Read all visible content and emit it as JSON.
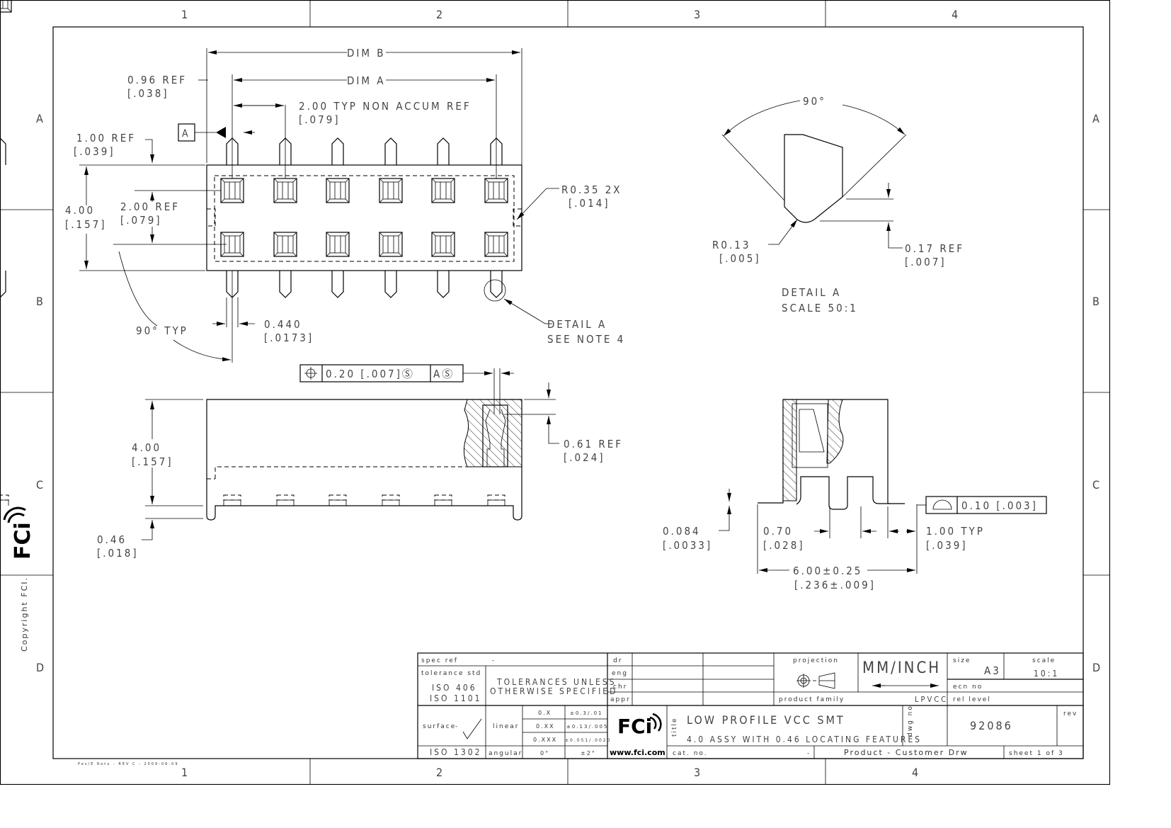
{
  "sheet": {
    "columns": [
      "1",
      "2",
      "3",
      "4"
    ],
    "rows": [
      "A",
      "B",
      "C",
      "D"
    ],
    "copyright": "Copyright FCI.",
    "footer_note": "Pes/E Rotu - REV C - 2009-06-09"
  },
  "top_view": {
    "dim_b": "DIM B",
    "dim_a": "DIM A",
    "ref_096": "0.96  REF",
    "ref_096_in": "[.038]",
    "pitch": "2.00  TYP NON ACCUM REF",
    "pitch_in": "[.079]",
    "datum": "A",
    "ref_100": "1.00  REF",
    "ref_100_in": "[.039]",
    "height_400": "4.00",
    "height_400_in": "[.157]",
    "ref_200": "2.00  REF",
    "ref_200_in": "[.079]",
    "radius": "R0.35   2X",
    "radius_in": "[.014]",
    "angle": "90° TYP",
    "pin_width": "0.440",
    "pin_width_in": "[.0173]",
    "detail_callout": "DETAIL  A",
    "detail_note": "SEE NOTE 4"
  },
  "front_view": {
    "tolerance_frame": {
      "symbol": "position-icon",
      "value": "0.20 [.007]Ⓢ",
      "datum": "AⓈ"
    },
    "height": "4.00",
    "height_in": "[.157]",
    "standoff": "0.46",
    "standoff_in": "[.018]",
    "ref_061": "0.61  REF",
    "ref_061_in": "[.024]"
  },
  "detail_a": {
    "angle": "90°",
    "radius": "R0.13",
    "radius_in": "[.005]",
    "ref": "0.17  REF",
    "ref_in": "[.007]",
    "title": "DETAIL  A",
    "scale": "SCALE  50:1"
  },
  "side_view": {
    "thickness": "0.084",
    "thickness_in": "[.0033]",
    "width": "0.70",
    "width_in": "[.028]",
    "pitch": "1.00  TYP",
    "pitch_in": "[.039]",
    "span": "6.00±0.25",
    "span_in": "[.236±.009]",
    "flatness_frame": {
      "symbol": "profile-icon",
      "value": "0.10 [.003]"
    }
  },
  "title_block": {
    "spec_ref_label": "spec ref",
    "spec_ref_value": "-",
    "tolerance_std_label": "tolerance std",
    "iso_406": "ISO 406",
    "iso_1101": "ISO 1101",
    "tolerances_line1": "TOLERANCES UNLESS",
    "tolerances_line2": "OTHERWISE SPECIFIED",
    "surface_label": "surface",
    "surface_value": "-",
    "iso_1302": "ISO 1302",
    "linear_label": "linear",
    "angular_label": "angular",
    "tol_rows": [
      {
        "fmt": "0.X",
        "tol": "±0.3/.01"
      },
      {
        "fmt": "0.XX",
        "tol": "±0.13/.005"
      },
      {
        "fmt": "0.XXX",
        "tol": "±0.051/.0020"
      }
    ],
    "angular_fmt": "0°",
    "angular_tol": "±2°",
    "dr": "dr",
    "eng": "eng",
    "chr": "chr",
    "appr": "appr",
    "logo_url": "www.fci.com",
    "projection_label": "projection",
    "units": "MM/INCH",
    "size_label": "size",
    "size_value": "A3",
    "scale_label": "scale",
    "scale_value": "10:1",
    "ecn_label": "ecn no",
    "rel_level_label": "rel level",
    "product_family_label": "product family",
    "product_family_value": "LPVCC",
    "title_label": "title",
    "title_line1": "LOW PROFILE VCC SMT",
    "title_line2": "4.0 ASSY WITH 0.46 LOCATING FEATURES",
    "dwg_no_label": "dwg no",
    "dwg_no": "92086",
    "rev_label": "rev",
    "cat_no_label": "cat. no.",
    "cat_no_value": "-",
    "doc_type": "Product - Customer Drw",
    "sheet": "sheet 1 of 3"
  }
}
